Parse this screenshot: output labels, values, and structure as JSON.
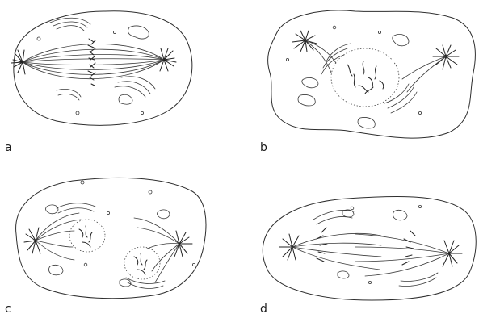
{
  "panels": [
    {
      "id": "a",
      "label": "a"
    },
    {
      "id": "b",
      "label": "b"
    },
    {
      "id": "c",
      "label": "c"
    },
    {
      "id": "d",
      "label": "d"
    }
  ]
}
